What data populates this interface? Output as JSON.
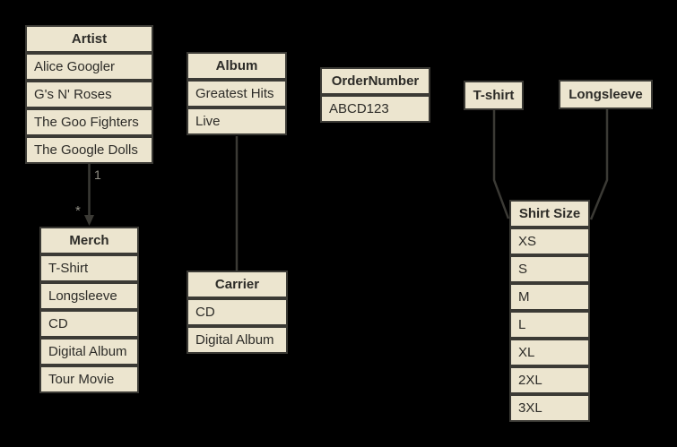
{
  "colors": {
    "background": "#000000",
    "cell_fill": "#ece5cf",
    "cell_border": "#3b3a35",
    "cell_text": "#2d2c28",
    "edge_line": "#3b3a35",
    "edge_label": "#918f85"
  },
  "tables": {
    "artist": {
      "header": "Artist",
      "rows": [
        "Alice Googler",
        "G's N' Roses",
        "The Goo Fighters",
        "The Google Dolls"
      ]
    },
    "merch": {
      "header": "Merch",
      "rows": [
        "T-Shirt",
        "Longsleeve",
        "CD",
        "Digital Album",
        "Tour Movie"
      ]
    },
    "album": {
      "header": "Album",
      "rows": [
        "Greatest Hits",
        "Live"
      ]
    },
    "carrier": {
      "header": "Carrier",
      "rows": [
        "CD",
        "Digital Album"
      ]
    },
    "order_number": {
      "header": "OrderNumber",
      "rows": [
        "ABCD123"
      ]
    },
    "tshirt": {
      "header": "T-shirt"
    },
    "longsleeve": {
      "header": "Longsleeve"
    },
    "shirt_size": {
      "header": "Shirt Size",
      "rows": [
        "XS",
        "S",
        "M",
        "L",
        "XL",
        "2XL",
        "3XL"
      ]
    }
  },
  "edges": {
    "artist_merch": {
      "source_cardinality": "1",
      "target_cardinality": "*"
    }
  }
}
